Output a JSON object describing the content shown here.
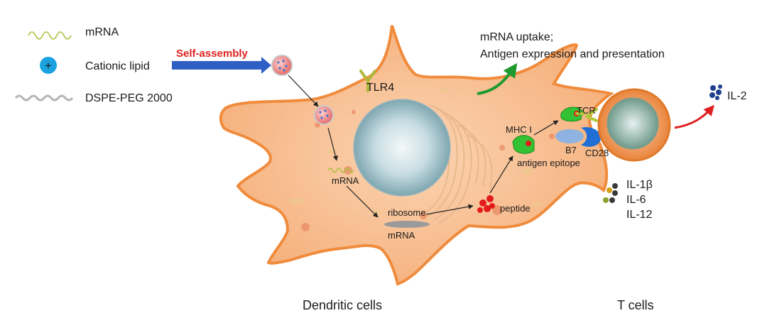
{
  "legend": {
    "mrna": "mRNA",
    "cationic_lipid": "Cationic lipid",
    "dspe_peg": "DSPE-PEG 2000"
  },
  "process": {
    "self_assembly": "Self-assembly",
    "tlr4": "TLR4",
    "uptake_line1": "mRNA uptake;",
    "uptake_line2": "Antigen expression and presentation",
    "mrna_inner": "mRNA",
    "ribosome": "ribosome",
    "mrna_ribosome": "mRNA",
    "peptide": "peptide",
    "mhc": "MHC I",
    "antigen_epitope": "antigen epitope",
    "tcr": "TCR",
    "b7": "B7",
    "cd28": "CD28",
    "il2": "IL-2",
    "il1b": "IL-1β",
    "il6": "IL-6",
    "il12": "IL-12"
  },
  "captions": {
    "dendritic": "Dendritic cells",
    "tcells": "T cells"
  },
  "colors": {
    "cytoplasm": "#f7b98a",
    "membrane": "#f08b3c",
    "nucleus": "#c9dde2",
    "arrow_blue": "#2f5fc4",
    "arrow_green": "#1e9a2e",
    "arrow_red": "#e02020",
    "self_assembly_text": "#e02020",
    "mrna_wave": "#a8c23a",
    "lipid": "#1aa3e0"
  }
}
